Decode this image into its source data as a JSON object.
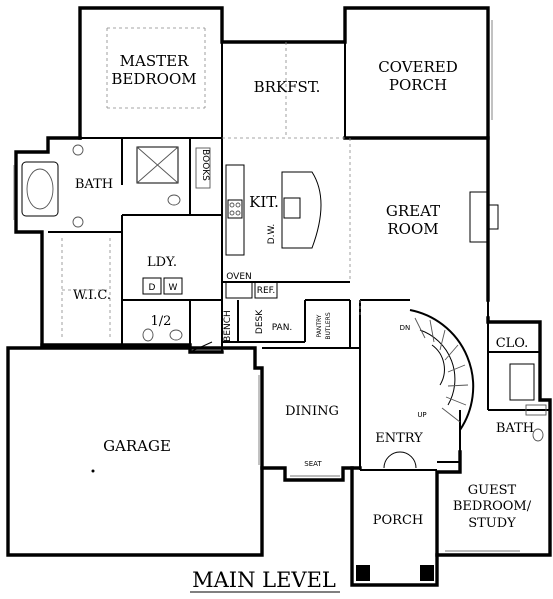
{
  "title": "MAIN LEVEL",
  "rooms": {
    "master_bedroom_1": "MASTER",
    "master_bedroom_2": "BEDROOM",
    "breakfast": "BRKFST.",
    "covered_porch_1": "COVERED",
    "covered_porch_2": "PORCH",
    "bath": "BATH",
    "kitchen": "KIT.",
    "great_room_1": "GREAT",
    "great_room_2": "ROOM",
    "laundry": "LDY.",
    "wic": "W.I.C.",
    "half_bath": "1/2",
    "garage": "GARAGE",
    "dining": "DINING",
    "entry": "ENTRY",
    "porch": "PORCH",
    "guest_bath": "BATH",
    "closet": "CLO.",
    "guest_bedroom_1": "GUEST",
    "guest_bedroom_2": "BEDROOM/",
    "guest_bedroom_3": "STUDY"
  },
  "fixtures": {
    "books": "BOOKS",
    "dishwasher": "D.W.",
    "oven": "OVEN",
    "refrigerator": "REF.",
    "pantry": "PAN.",
    "desk": "DESK",
    "bench": "BENCH",
    "butlers_pantry_1": "PANTRY",
    "butlers_pantry_2": "BUTLERS",
    "washer": "W",
    "dryer": "D",
    "seat": "SEAT",
    "stair_down": "DN",
    "stair_up": "UP"
  }
}
